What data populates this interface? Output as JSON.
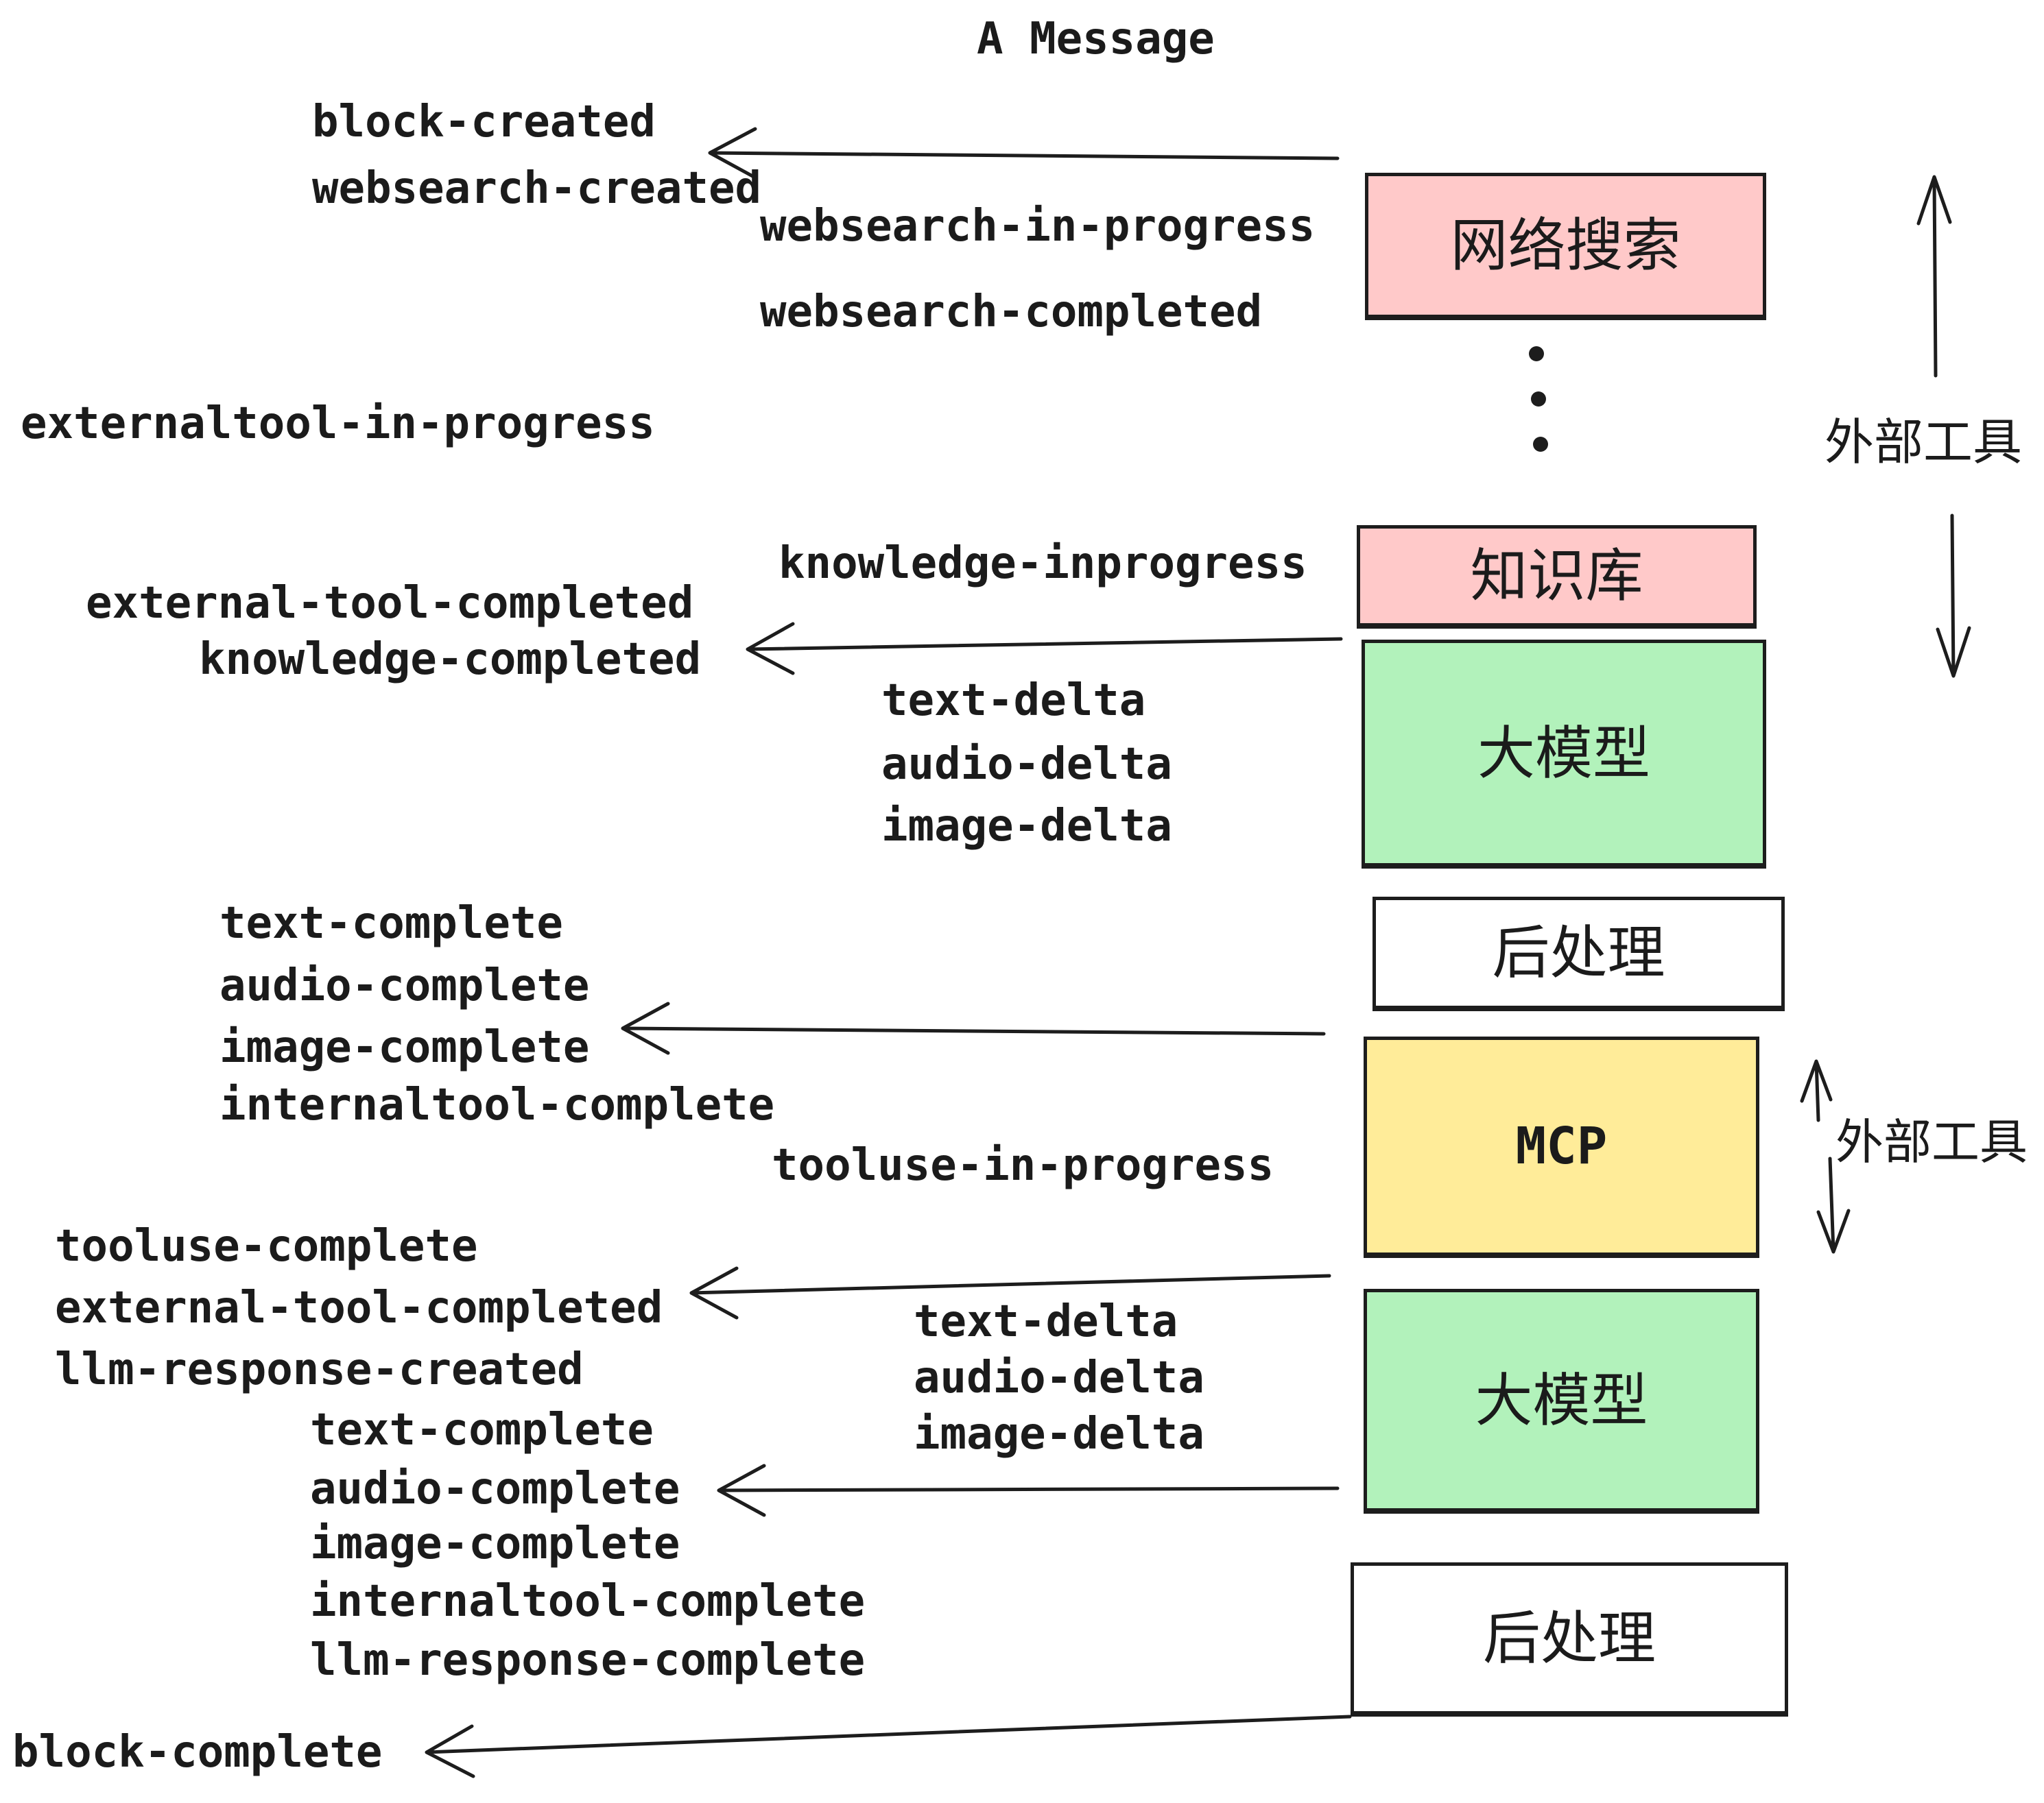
{
  "title": "A Message",
  "events": {
    "block_created": "block-created",
    "websearch_created": "websearch-created",
    "websearch_in_progress": "websearch-in-progress",
    "websearch_completed": "websearch-completed",
    "externaltool_in_progress": "externaltool-in-progress",
    "knowledge_inprogress": "knowledge-inprogress",
    "external_tool_completed_1": "external-tool-completed",
    "knowledge_completed": "knowledge-completed",
    "text_delta_1": "text-delta",
    "audio_delta_1": "audio-delta",
    "image_delta_1": "image-delta",
    "text_complete_1": "text-complete",
    "audio_complete_1": "audio-complete",
    "image_complete_1": "image-complete",
    "internaltool_complete_1": "internaltool-complete",
    "tooluse_in_progress": "tooluse-in-progress",
    "tooluse_complete": "tooluse-complete",
    "external_tool_completed_2": "external-tool-completed",
    "llm_response_created": "llm-response-created",
    "text_delta_2": "text-delta",
    "audio_delta_2": "audio-delta",
    "image_delta_2": "image-delta",
    "text_complete_2": "text-complete",
    "audio_complete_2": "audio-complete",
    "image_complete_2": "image-complete",
    "internaltool_complete_2": "internaltool-complete",
    "llm_response_complete": "llm-response-complete",
    "block_complete": "block-complete"
  },
  "boxes": {
    "websearch": "网络搜索",
    "knowledge": "知识库",
    "llm1": "大模型",
    "post1": "后处理",
    "mcp": "MCP",
    "llm2": "大模型",
    "post2": "后处理"
  },
  "annotations": {
    "external_tools_top": "外部工具",
    "external_tools_bottom": "外部工具"
  },
  "colors": {
    "box_pink": "#ffc9c9",
    "box_green": "#b2f2bb",
    "box_yellow": "#ffec99",
    "box_white": "#ffffff",
    "ink": "#1d1d1d"
  }
}
